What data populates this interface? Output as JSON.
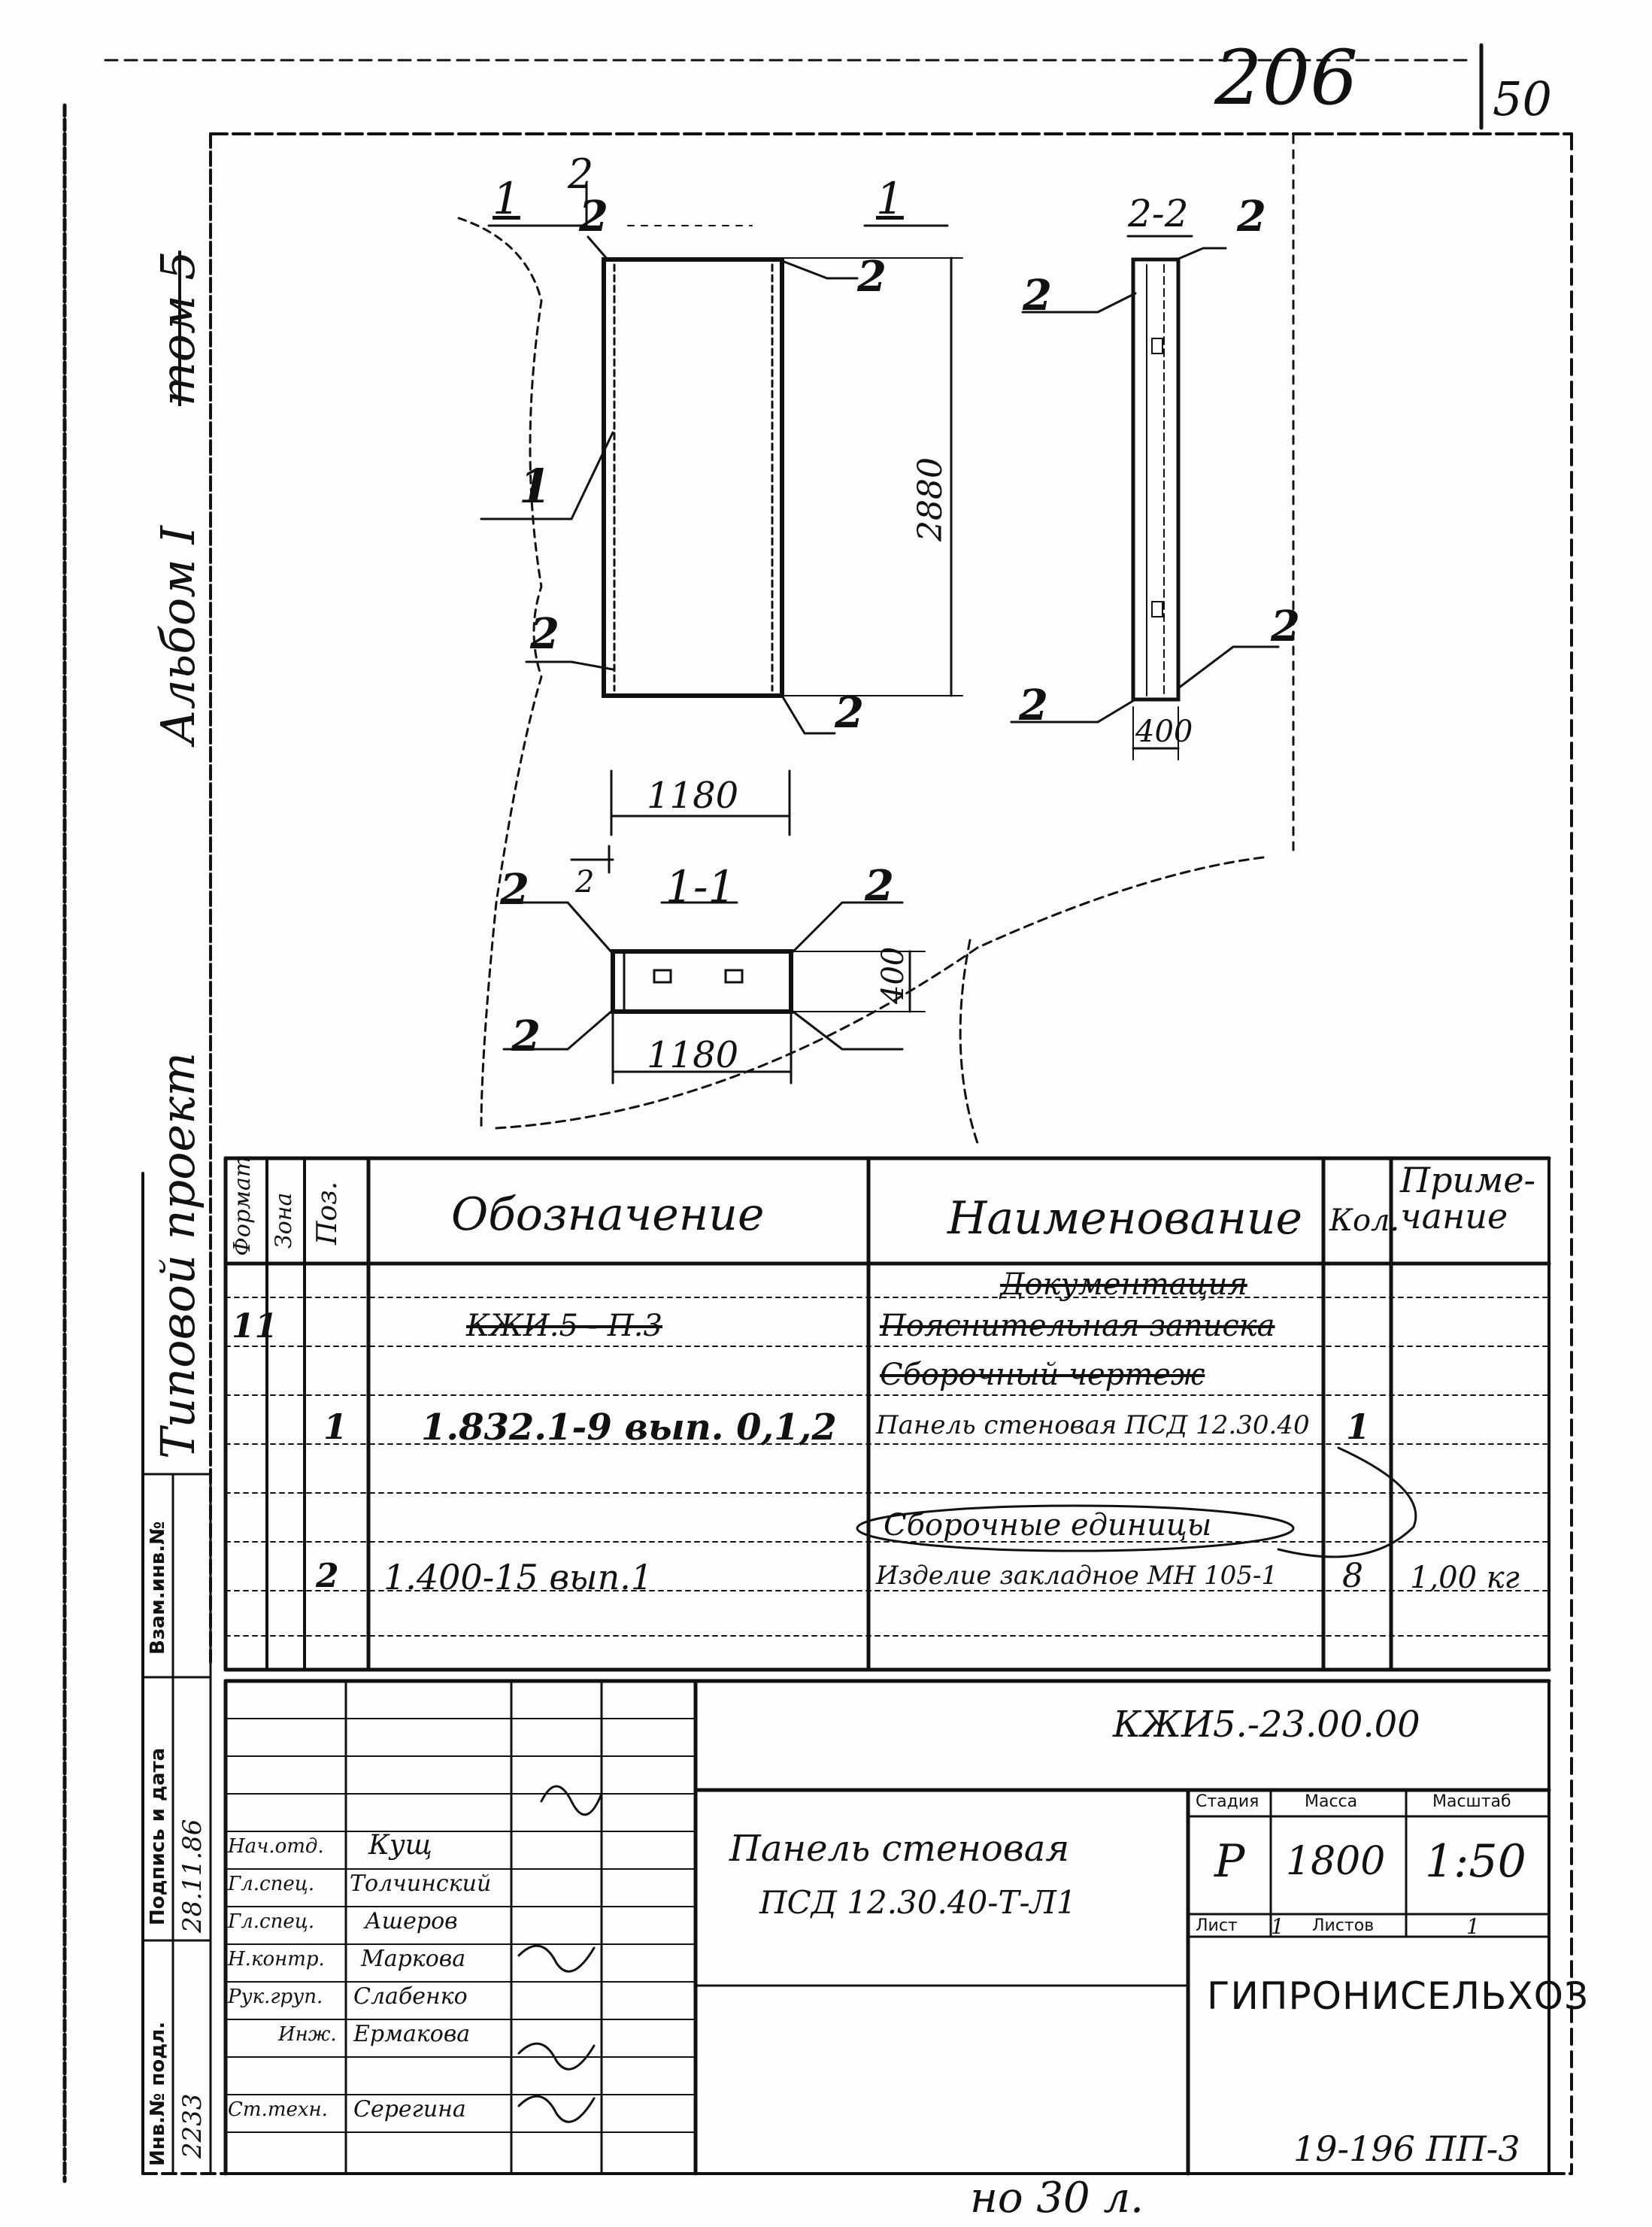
{
  "header": {
    "sheet_number_handwritten": "206",
    "sheet_number_corner": "50"
  },
  "margin": {
    "album_label": "Альбом I",
    "struck_label": "том 5",
    "project_label": "Типовой проект"
  },
  "drawing": {
    "section_marks": {
      "mark_1_top": "1",
      "mark_2_top": "2",
      "mark_1_right": "1",
      "section_2_2": "2-2",
      "section_1_1": "1-1"
    },
    "callouts": [
      "2",
      "2",
      "1",
      "2",
      "2",
      "2",
      "2",
      "2",
      "2",
      "2",
      "2",
      "2"
    ],
    "dims": {
      "height": "2880",
      "width_top": "1180",
      "width_bottom": "1180",
      "depth_side": "400",
      "depth_section": "400",
      "small_offset": "2"
    }
  },
  "spec_table": {
    "headers": {
      "format": "Формат",
      "zone": "Зона",
      "pos": "Поз.",
      "designation": "Обозначение",
      "name": "Наименование",
      "qty": "Кол.",
      "note": "Приме-чание"
    },
    "rows": [
      {
        "format": "",
        "pos": "",
        "designation": "",
        "name": "Документация",
        "qty": "",
        "note": ""
      },
      {
        "format": "11",
        "pos": "",
        "designation": "КЖИ.5 - П.3",
        "name": "Пояснительная записка",
        "qty": "",
        "note": ""
      },
      {
        "format": "",
        "pos": "",
        "designation": "",
        "name": "Сборочный чертеж",
        "qty": "",
        "note": ""
      },
      {
        "format": "",
        "pos": "1",
        "designation": "1.832.1-9 вып. 0,1,2",
        "name": "Панель стеновая ПСД 12.30.40",
        "qty": "1",
        "note": ""
      },
      {
        "format": "",
        "pos": "",
        "designation": "",
        "name": "Сборочные единицы",
        "qty": "",
        "note": ""
      },
      {
        "format": "",
        "pos": "2",
        "designation": "1.400-15 вып.1",
        "name": "Изделие закладное МН 105-1",
        "qty": "8",
        "note": "1,00 кг"
      }
    ]
  },
  "title_block": {
    "doc_code": "КЖИ5.-23.00.00",
    "title_line1": "Панель стеновая",
    "title_line2": "ПСД 12.30.40-Т-Л1",
    "stage_label": "Стадия",
    "mass_label": "Масса",
    "scale_label": "Масштаб",
    "stage": "Р",
    "mass": "1800",
    "scale": "1:50",
    "sheet_label": "Лист",
    "sheets_label": "Листов",
    "sheet_value": "1",
    "sheets_value": "1",
    "organization": "ГИПРОНИСЕЛЬХОЗ",
    "signatures": [
      {
        "role": "Нач.отд.",
        "name": "Кущ"
      },
      {
        "role": "Гл.спец.",
        "name": "Толчинский"
      },
      {
        "role": "Гл.спец.",
        "name": "Ашеров"
      },
      {
        "role": "Н.контр.",
        "name": "Маркова"
      },
      {
        "role": "Рук.груп.",
        "name": "Слабенко"
      },
      {
        "role": "Инж.",
        "name": "Ермакова"
      },
      {
        "role": "Ст.техн.",
        "name": "Серегина"
      }
    ],
    "side_labels": {
      "inv_orig": "Инв.№ подл.",
      "sign_date": "Подпись и дата",
      "replaced_inv": "Взам.инв.№"
    },
    "side_values": {
      "inv_number": "2233",
      "sign_value": "28.11.86"
    }
  },
  "footer": {
    "drawing_number": "19-196 ПП-3",
    "bottom_note": "но 30 л."
  }
}
